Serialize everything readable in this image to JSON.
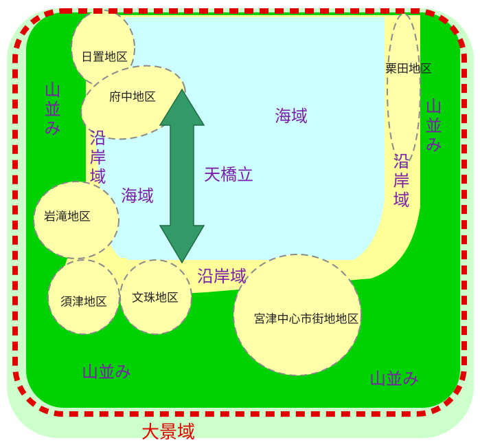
{
  "districts": {
    "hioki": "日置地区",
    "fuchu": "府中地区",
    "kurita": "栗田地区",
    "iwataki": "岩滝地区",
    "suzu": "須津地区",
    "monju": "文珠地区",
    "miyazu": "宮津中心市街地地区"
  },
  "zones": {
    "sea": "海域",
    "coastal": "沿岸域",
    "mountains": "山並み",
    "amanohashidate": "天橋立",
    "grand_landscape": "大景域"
  },
  "colors": {
    "outer": "#ccffcc",
    "mountain": "#00d200",
    "sea": "#ccffff",
    "coast": "#ffff99",
    "district": "#ffffaa",
    "arrow": "#339966",
    "boundary": "#e10000",
    "label": "#7a1fa8"
  }
}
